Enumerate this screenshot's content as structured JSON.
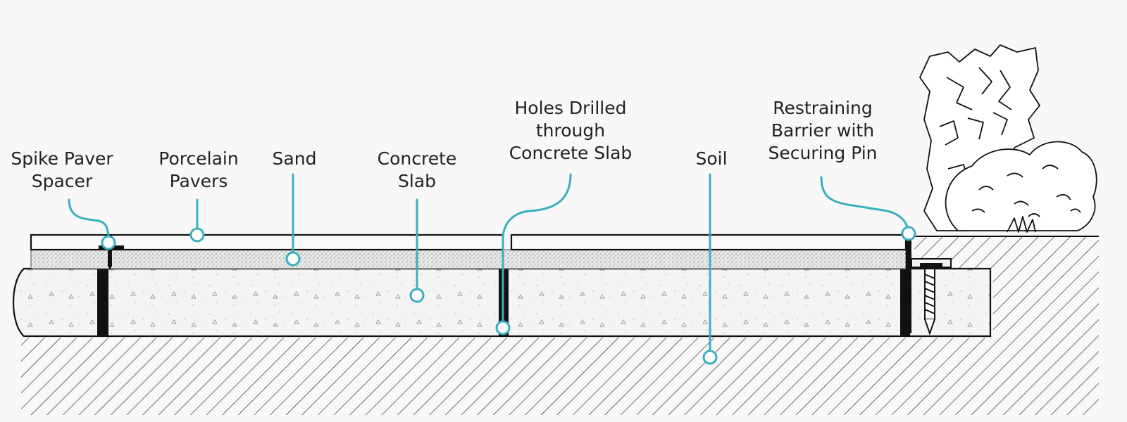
{
  "labels": {
    "spike_paver_spacer": [
      "Spike Paver",
      "Spacer"
    ],
    "porcelain_pavers": [
      "Porcelain",
      "Pavers"
    ],
    "sand": [
      "Sand"
    ],
    "concrete_slab": [
      "Concrete",
      "Slab"
    ],
    "holes_drilled": [
      "Holes Drilled",
      "through",
      "Concrete Slab"
    ],
    "soil": [
      "Soil"
    ],
    "restraining_barrier": [
      "Restraining",
      "Barrier with",
      "Securing Pin"
    ]
  },
  "colors": {
    "background": "#f8f8f8",
    "leader": "#3aaebe",
    "outline": "#111111",
    "hatch": "#333333",
    "text": "#222222"
  }
}
